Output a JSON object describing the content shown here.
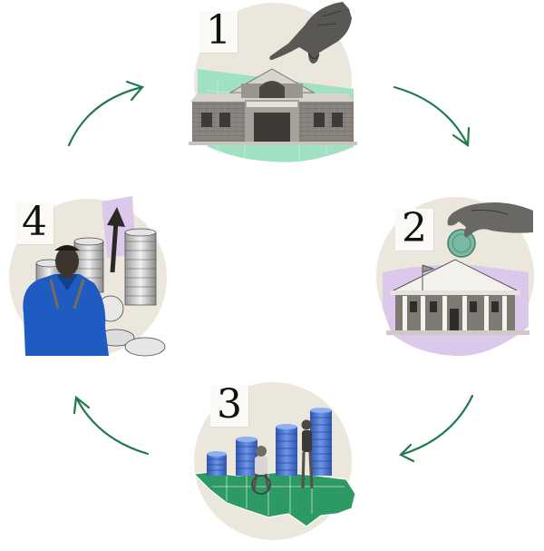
{
  "steps": [
    {
      "number": "1",
      "icon": "bank-building-with-pointing-hand-icon"
    },
    {
      "number": "2",
      "icon": "government-building-with-coin-deposit-icon"
    },
    {
      "number": "3",
      "icon": "us-map-with-coin-stacks-and-people-icon"
    },
    {
      "number": "4",
      "icon": "worker-with-coin-stacks-and-up-arrow-icon"
    }
  ],
  "colors": {
    "arrow": "#1f7a4d",
    "circle": "#ece7dd",
    "green_accent": "#9fe1c2",
    "purple_accent": "#dcc8ea",
    "blue_shirt": "#1f5cc2"
  }
}
